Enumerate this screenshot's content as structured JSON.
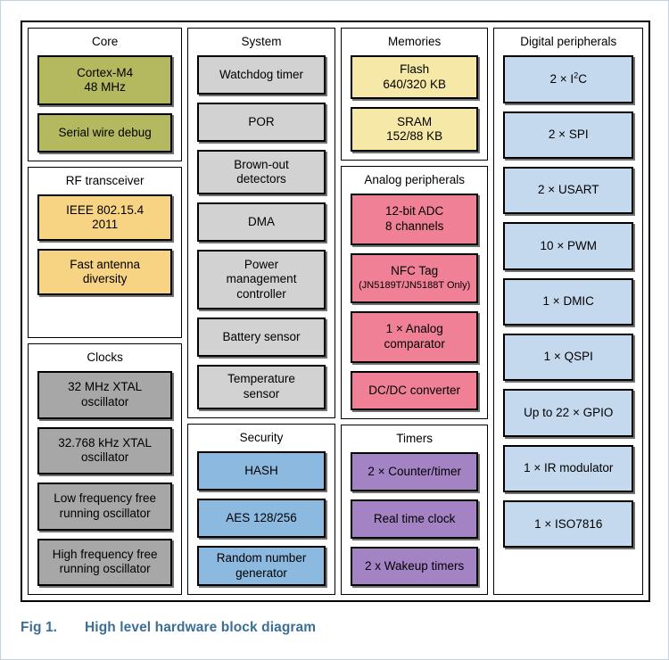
{
  "figure": {
    "number": "Fig 1.",
    "title": "High level hardware block diagram",
    "caption_color": "#3d6e94"
  },
  "colors": {
    "core": "#b4b95f",
    "rf_transceiver": "#f7d384",
    "clocks": "#a7a7a7",
    "system": "#d2d2d2",
    "memories": "#f6e9a8",
    "analog_peripherals": "#ef8095",
    "security": "#8cb9df",
    "timers": "#a383c4",
    "digital_peripherals": "#c4d8ee",
    "border": "#000000",
    "page_border": "#c3d3e0"
  },
  "columns": [
    {
      "id": "column-1",
      "groups": [
        {
          "id": "core",
          "title": "Core",
          "blocks": [
            {
              "line1": "Cortex-M4",
              "line2": "48 MHz"
            },
            {
              "line1": "Serial wire debug"
            }
          ]
        },
        {
          "id": "rf-transceiver",
          "title": "RF transceiver",
          "blocks": [
            {
              "line1": "IEEE 802.15.4",
              "line2": "2011"
            },
            {
              "line1": "Fast antenna",
              "line2": "diversity"
            }
          ]
        },
        {
          "id": "clocks",
          "title": "Clocks",
          "blocks": [
            {
              "line1": "32 MHz XTAL",
              "line2": "oscillator"
            },
            {
              "line1": "32.768 kHz XTAL",
              "line2": "oscillator"
            },
            {
              "line1": "Low frequency free",
              "line2": "running oscillator"
            },
            {
              "line1": "High frequency free",
              "line2": "running oscillator"
            }
          ]
        }
      ]
    },
    {
      "id": "column-2",
      "groups": [
        {
          "id": "system",
          "title": "System",
          "blocks": [
            {
              "line1": "Watchdog timer"
            },
            {
              "line1": "POR"
            },
            {
              "line1": "Brown-out",
              "line2": "detectors"
            },
            {
              "line1": "DMA"
            },
            {
              "line1": "Power",
              "line2": "management",
              "line3": "controller"
            },
            {
              "line1": "Battery sensor"
            },
            {
              "line1": "Temperature",
              "line2": "sensor"
            }
          ]
        },
        {
          "id": "security",
          "title": "Security",
          "blocks": [
            {
              "line1": "HASH"
            },
            {
              "line1": "AES 128/256"
            },
            {
              "line1": "Random number",
              "line2": "generator"
            }
          ]
        }
      ]
    },
    {
      "id": "column-3",
      "groups": [
        {
          "id": "memories",
          "title": "Memories",
          "blocks": [
            {
              "line1": "Flash",
              "line2": "640/320 KB"
            },
            {
              "line1": "SRAM",
              "line2": "152/88 KB"
            }
          ]
        },
        {
          "id": "analog-peripherals",
          "title": "Analog peripherals",
          "blocks": [
            {
              "line1": "12-bit ADC",
              "line2": "8 channels"
            },
            {
              "line1": "NFC Tag",
              "sub": "(JN5189T/JN5188T Only)"
            },
            {
              "line1": "1 × Analog",
              "line2": "comparator"
            },
            {
              "line1": "DC/DC converter"
            }
          ]
        },
        {
          "id": "timers",
          "title": "Timers",
          "blocks": [
            {
              "line1": "2 × Counter/timer"
            },
            {
              "line1": "Real time clock"
            },
            {
              "line1": "2 x Wakeup timers"
            }
          ]
        }
      ]
    },
    {
      "id": "column-4",
      "groups": [
        {
          "id": "digital-peripherals",
          "title": "Digital peripherals",
          "blocks": [
            {
              "html": "2 × I<sup>2</sup>C",
              "line1": "2 × I2C"
            },
            {
              "line1": "2 × SPI"
            },
            {
              "line1": "2 × USART"
            },
            {
              "line1": "10 × PWM"
            },
            {
              "line1": "1 × DMIC"
            },
            {
              "line1": "1 × QSPI"
            },
            {
              "line1": "Up to 22 × GPIO"
            },
            {
              "line1": "1 × IR modulator"
            },
            {
              "line1": "1 × ISO7816"
            }
          ]
        }
      ]
    }
  ]
}
